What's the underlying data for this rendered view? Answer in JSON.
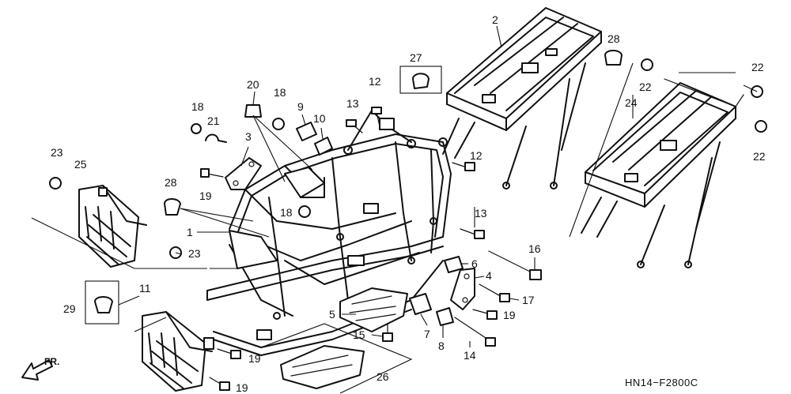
{
  "diagram_code": "HN14−F2800C",
  "direction_label": "FR.",
  "callouts": [
    {
      "id": "c1",
      "label": "1"
    },
    {
      "id": "c2",
      "label": "2"
    },
    {
      "id": "c3",
      "label": "3"
    },
    {
      "id": "c4",
      "label": "4"
    },
    {
      "id": "c5",
      "label": "5"
    },
    {
      "id": "c6",
      "label": "6"
    },
    {
      "id": "c7",
      "label": "7"
    },
    {
      "id": "c8",
      "label": "8"
    },
    {
      "id": "c9",
      "label": "9"
    },
    {
      "id": "c10",
      "label": "10"
    },
    {
      "id": "c11",
      "label": "11"
    },
    {
      "id": "c12a",
      "label": "12"
    },
    {
      "id": "c12b",
      "label": "12"
    },
    {
      "id": "c13a",
      "label": "13"
    },
    {
      "id": "c13b",
      "label": "13"
    },
    {
      "id": "c14",
      "label": "14"
    },
    {
      "id": "c15",
      "label": "15"
    },
    {
      "id": "c16",
      "label": "16"
    },
    {
      "id": "c17",
      "label": "17"
    },
    {
      "id": "c18a",
      "label": "18"
    },
    {
      "id": "c18b",
      "label": "18"
    },
    {
      "id": "c18c",
      "label": "18"
    },
    {
      "id": "c19a",
      "label": "19"
    },
    {
      "id": "c19b",
      "label": "19"
    },
    {
      "id": "c19c",
      "label": "19"
    },
    {
      "id": "c19d",
      "label": "19"
    },
    {
      "id": "c20",
      "label": "20"
    },
    {
      "id": "c21",
      "label": "21"
    },
    {
      "id": "c22a",
      "label": "22"
    },
    {
      "id": "c22b",
      "label": "22"
    },
    {
      "id": "c22c",
      "label": "22"
    },
    {
      "id": "c23a",
      "label": "23"
    },
    {
      "id": "c23b",
      "label": "23"
    },
    {
      "id": "c24",
      "label": "24"
    },
    {
      "id": "c25",
      "label": "25"
    },
    {
      "id": "c26",
      "label": "26"
    },
    {
      "id": "c27",
      "label": "27"
    },
    {
      "id": "c28a",
      "label": "28"
    },
    {
      "id": "c28b",
      "label": "28"
    },
    {
      "id": "c29",
      "label": "29"
    }
  ]
}
